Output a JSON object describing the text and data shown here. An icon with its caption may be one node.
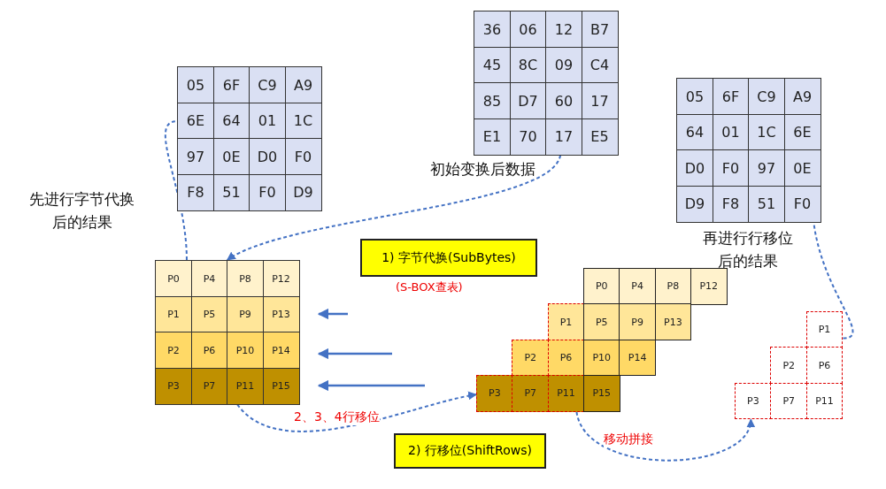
{
  "diagram": {
    "nodes": [
      {
        "text": [
          "05",
          "6F",
          "C9",
          "A9",
          "6E",
          "64",
          "01",
          "1C",
          "97",
          "0E",
          "D0",
          "F0",
          "F8",
          "51",
          "F0",
          "D9"
        ],
        "beside": [
          "先进行字节代换后的结果"
        ]
      },
      {
        "text": [
          "36",
          "06",
          "12",
          "B7",
          "45",
          "8C",
          "09",
          "C4",
          "85",
          "D7",
          "60",
          "17",
          "E1",
          "70",
          "17",
          "E5"
        ],
        "beside": [
          "初始变换后数据"
        ]
      },
      {
        "text": [
          "05",
          "6F",
          "C9",
          "A9",
          "64",
          "01",
          "1C",
          "6E",
          "D0",
          "F0",
          "97",
          "0E",
          "D9",
          "F8",
          "51",
          "F0"
        ],
        "beside": [
          "再进行行移位后的结果"
        ]
      },
      {
        "text": [
          "P0",
          "P4",
          "P8",
          "P12",
          "P1",
          "P5",
          "P9",
          "P13",
          "P2",
          "P6",
          "P10",
          "P14",
          "P3",
          "P7",
          "P11",
          "P15"
        ]
      },
      {
        "text": [
          "P0",
          "P4",
          "P8",
          "P12",
          "P1",
          "P5",
          "P9",
          "P13",
          "P2",
          "P6",
          "P10",
          "P14",
          "P3",
          "P7",
          "P11",
          "P15"
        ]
      },
      {
        "text": [
          "P1",
          "P2",
          "P6",
          "P3",
          "P7",
          "P11"
        ]
      },
      {
        "text": [
          "1) 字节代换(SubBytes)"
        ],
        "beside": [
          "(S-BOX查表)"
        ]
      },
      {
        "text": [
          "2) 行移位(ShiftRows)"
        ]
      }
    ],
    "edges": [
      {
        "from": 1,
        "to": 3,
        "arrow": "to",
        "style": "dashed"
      },
      {
        "from": 3,
        "to": 0,
        "arrow": "none",
        "style": "dashed"
      },
      {
        "from": 3,
        "to": 4,
        "arrow": "to",
        "style": "dashed",
        "label": "2、3、4行移位"
      },
      {
        "from": 4,
        "to": 5,
        "arrow": "to",
        "style": "dashed",
        "label": "移动拼接"
      },
      {
        "from": 5,
        "to": 2,
        "arrow": "none",
        "style": "dashed"
      }
    ]
  }
}
